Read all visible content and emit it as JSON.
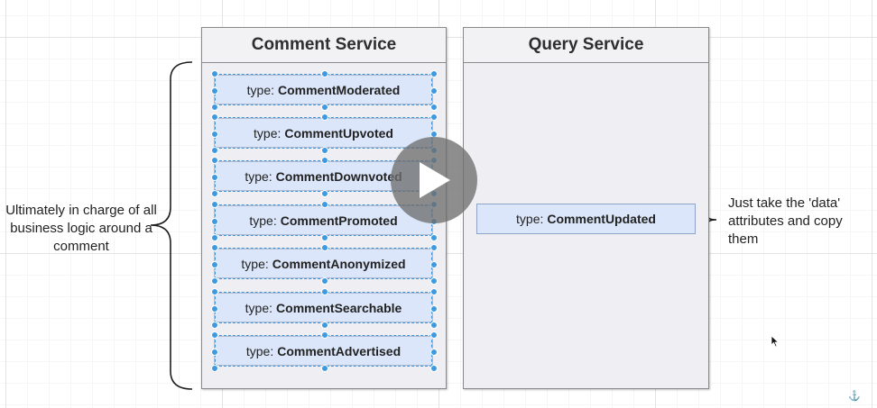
{
  "comment_service": {
    "title": "Comment Service",
    "events": [
      {
        "prefix": "type:",
        "name": "CommentModerated"
      },
      {
        "prefix": "type:",
        "name": "CommentUpvoted"
      },
      {
        "prefix": "type:",
        "name": "CommentDownvoted"
      },
      {
        "prefix": "type:",
        "name": "CommentPromoted"
      },
      {
        "prefix": "type:",
        "name": "CommentAnonymized"
      },
      {
        "prefix": "type:",
        "name": "CommentSearchable"
      },
      {
        "prefix": "type:",
        "name": "CommentAdvertised"
      }
    ]
  },
  "query_service": {
    "title": "Query Service",
    "event": {
      "prefix": "type:",
      "name": "CommentUpdated"
    }
  },
  "notes": {
    "left": "Ultimately in charge of all business logic around a comment",
    "right": "Just take the 'data' attributes and copy them"
  },
  "colors": {
    "event_fill": "#dbe6fa",
    "selection": "#3d9ae0",
    "box_fill": "#efeff3"
  },
  "player": {
    "icon": "play-icon"
  },
  "corner_mark": "⚓"
}
